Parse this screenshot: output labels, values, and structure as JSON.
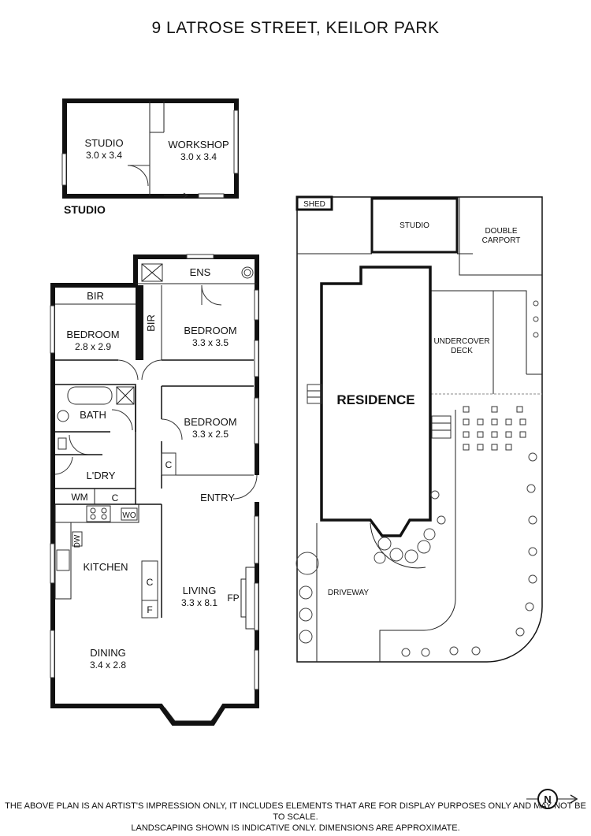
{
  "title": "9 LATROSE STREET, KEILOR PARK",
  "studio_plan": {
    "caption": "STUDIO",
    "rooms": [
      {
        "name": "STUDIO",
        "dims": "3.0 x 3.4"
      },
      {
        "name": "WORKSHOP",
        "dims": "3.0 x 3.4"
      }
    ]
  },
  "house_plan": {
    "rooms": {
      "bir_top": "BIR",
      "ens": "ENS",
      "bir_side": "BIR",
      "bedroom1": {
        "name": "BEDROOM",
        "dims": "2.8 x 2.9"
      },
      "bedroom2": {
        "name": "BEDROOM",
        "dims": "3.3 x 3.5"
      },
      "bedroom3": {
        "name": "BEDROOM",
        "dims": "3.3 x 2.5"
      },
      "bath": "BATH",
      "ldry": "L'DRY",
      "wm": "WM",
      "c1": "C",
      "c2": "C",
      "c3": "C",
      "wo": "WO",
      "dw": "DW",
      "f": "F",
      "fp": "FP",
      "entry": "ENTRY",
      "kitchen": "KITCHEN",
      "living": {
        "name": "LIVING",
        "dims": "3.3 x 8.1"
      },
      "dining": {
        "name": "DINING",
        "dims": "3.4 x 2.8"
      }
    }
  },
  "site_plan": {
    "shed": "SHED",
    "studio": "STUDIO",
    "double_carport": [
      "DOUBLE",
      "CARPORT"
    ],
    "undercover_deck": [
      "UNDERCOVER",
      "DECK"
    ],
    "residence": "RESIDENCE",
    "driveway": "DRIVEWAY"
  },
  "compass": "N",
  "footer": [
    "THE ABOVE PLAN IS AN ARTIST'S IMPRESSION ONLY, IT INCLUDES ELEMENTS THAT ARE FOR DISPLAY PURPOSES ONLY AND MAY NOT BE TO SCALE.",
    "LANDSCAPING SHOWN IS INDICATIVE ONLY. DIMENSIONS ARE APPROXIMATE."
  ]
}
